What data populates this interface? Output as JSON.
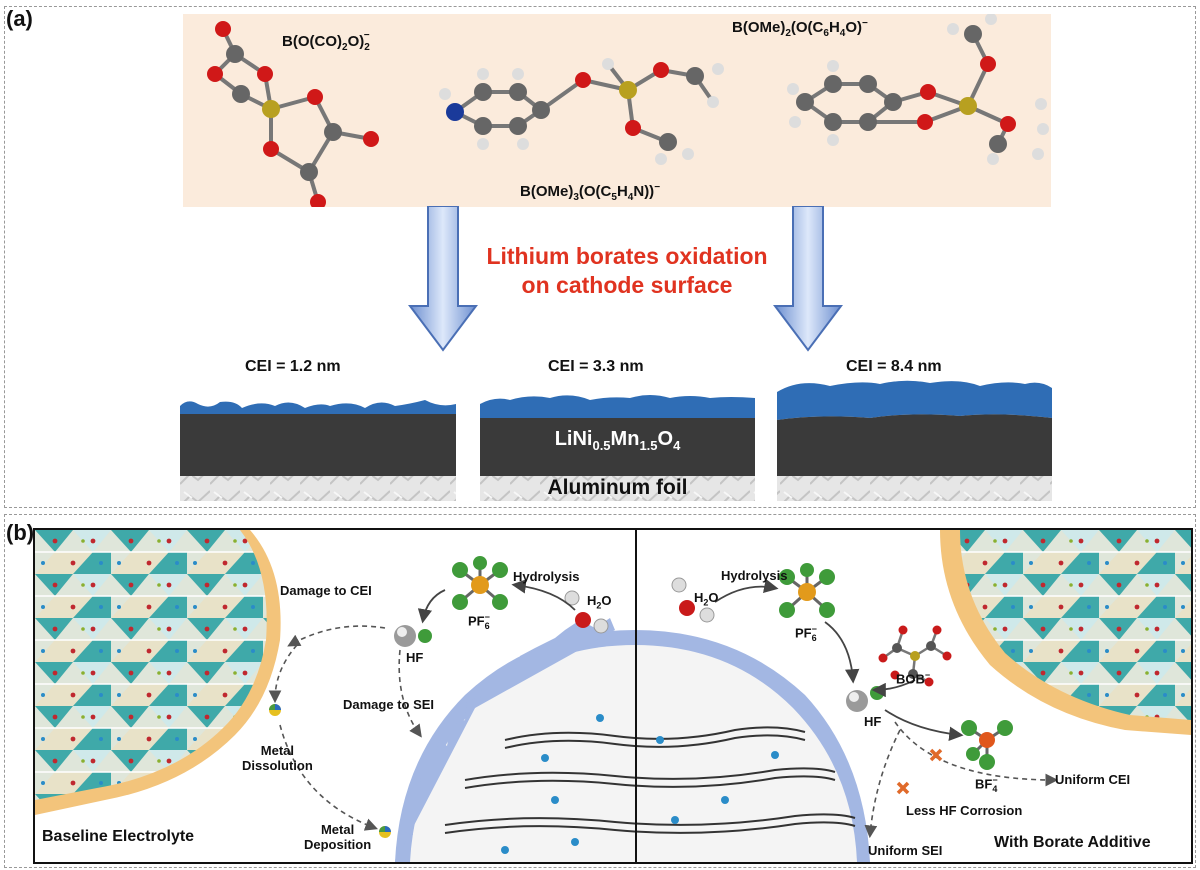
{
  "panel_a": {
    "label": "(a)",
    "molecules": {
      "m1": {
        "prefix": "B(O(CO)",
        "s1": "2",
        "mid": "O)",
        "s2": "2",
        "sup": "−"
      },
      "m2": {
        "prefix": "B(OMe)",
        "s1": "3",
        "mid1": "(O(C",
        "s2": "5",
        "mid2": "H",
        "s3": "4",
        "suffix": "N))",
        "sup": "−"
      },
      "m3": {
        "prefix": "B(OMe)",
        "s1": "2",
        "mid1": "(O(C",
        "s2": "6",
        "mid2": "H",
        "s3": "4",
        "suffix": "O)",
        "sup": "−"
      }
    },
    "oxidation_line1": "Lithium borates oxidation",
    "oxidation_line2": "on cathode surface",
    "cei_values": [
      "CEI = 1.2 nm",
      "CEI = 3.3 nm",
      "CEI = 8.4 nm"
    ],
    "cathode": {
      "a": "LiNi",
      "b": "0.5",
      "c": "Mn",
      "d": "1.5",
      "e": "O",
      "f": "4"
    },
    "foil": "Aluminum foil"
  },
  "panel_b": {
    "label": "(b)",
    "left": {
      "damage_cei": "Damage to CEI",
      "hydrolysis": "Hydrolysis",
      "h2o": {
        "a": "H",
        "b": "2",
        "c": "O"
      },
      "pf6": {
        "a": "PF",
        "b": "6",
        "c": "−"
      },
      "hf": "HF",
      "damage_sei": "Damage to SEI",
      "metal_dissolution_1": "Metal",
      "metal_dissolution_2": "Dissolution",
      "metal_deposition_1": "Metal",
      "metal_deposition_2": "Deposition",
      "title": "Baseline Electrolyte"
    },
    "right": {
      "hydrolysis": "Hydrolysis",
      "h2o": {
        "a": "H",
        "b": "2",
        "c": "O"
      },
      "pf6": {
        "a": "PF",
        "b": "6",
        "c": "−"
      },
      "bob": {
        "a": "BOB",
        "c": "−"
      },
      "hf": "HF",
      "bf4": {
        "a": "BF",
        "b": "4",
        "c": "−"
      },
      "uniform_cei": "Uniform CEI",
      "less_hf": "Less HF Corrosion",
      "uniform_sei": "Uniform SEI",
      "title": "With Borate Additive"
    }
  },
  "colors": {
    "title_red": "#e03320",
    "cei_blue": "#2f6db5",
    "cathode_dark": "#3a3a3a",
    "molecule_bg": "#fbebdc",
    "crystal_teal": "#3fa9a9",
    "sei_blue": "#a3b7e3",
    "boron_gold": "#b8a020",
    "oxygen_red": "#d01818"
  }
}
